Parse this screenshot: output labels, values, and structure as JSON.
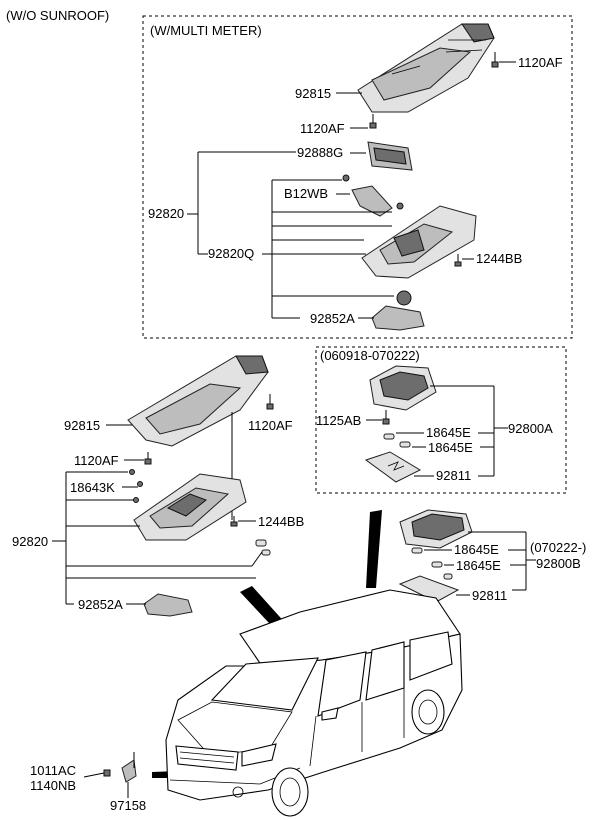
{
  "labels": {
    "wo_sunroof": "(W/O SUNROOF)",
    "w_multi_meter": "(W/MULTI METER)",
    "a_92815": "92815",
    "a_1120af_top": "1120AF",
    "a_1120af_mid": "1120AF",
    "a_92888g": "92888G",
    "a_92820": "92820",
    "a_b12wb": "B12WB",
    "a_92820q": "92820Q",
    "a_1244bb": "1244BB",
    "a_92852a": "92852A",
    "b_date_range": "(060918-070222)",
    "b_1125ab": "1125AB",
    "b_18645e_1": "18645E",
    "b_18645e_2": "18645E",
    "b_92800a": "92800A",
    "b_92811": "92811",
    "c_92815": "92815",
    "c_1120af_right": "1120AF",
    "c_1120af_left": "1120AF",
    "c_18643k": "18643K",
    "c_92820": "92820",
    "c_1244bb": "1244BB",
    "c_92852a": "92852A",
    "d_18645e_1": "18645E",
    "d_18645e_2": "18645E",
    "d_date_range": "(070222-)",
    "d_92800b": "92800B",
    "d_92811": "92811",
    "e_1011ac": "1011AC",
    "e_1140nb": "1140NB",
    "e_97158": "97158"
  }
}
